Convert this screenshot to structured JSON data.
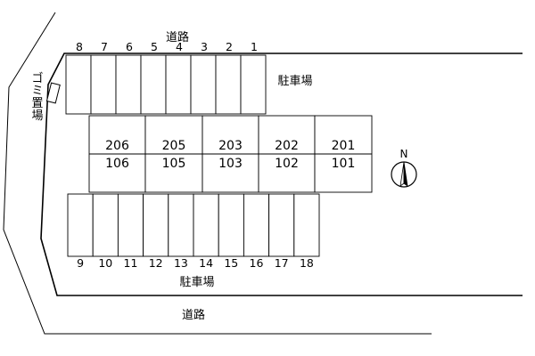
{
  "labels": {
    "road_top": "道路",
    "road_bottom": "道路",
    "parking_east": "駐車場",
    "parking_south": "駐車場",
    "trash_area": "ゴミ置場",
    "north": "N"
  },
  "top_parking_spaces": [
    "8",
    "7",
    "6",
    "5",
    "4",
    "3",
    "2",
    "1"
  ],
  "bottom_parking_spaces": [
    "9",
    "10",
    "11",
    "12",
    "13",
    "14",
    "15",
    "16",
    "17",
    "18"
  ],
  "units": [
    {
      "upper": "206",
      "lower": "106"
    },
    {
      "upper": "205",
      "lower": "105"
    },
    {
      "upper": "203",
      "lower": "103"
    },
    {
      "upper": "202",
      "lower": "102"
    },
    {
      "upper": "201",
      "lower": "101"
    }
  ],
  "icons": {
    "compass": "north-arrow-icon",
    "trash": "trash-bin-icon"
  }
}
